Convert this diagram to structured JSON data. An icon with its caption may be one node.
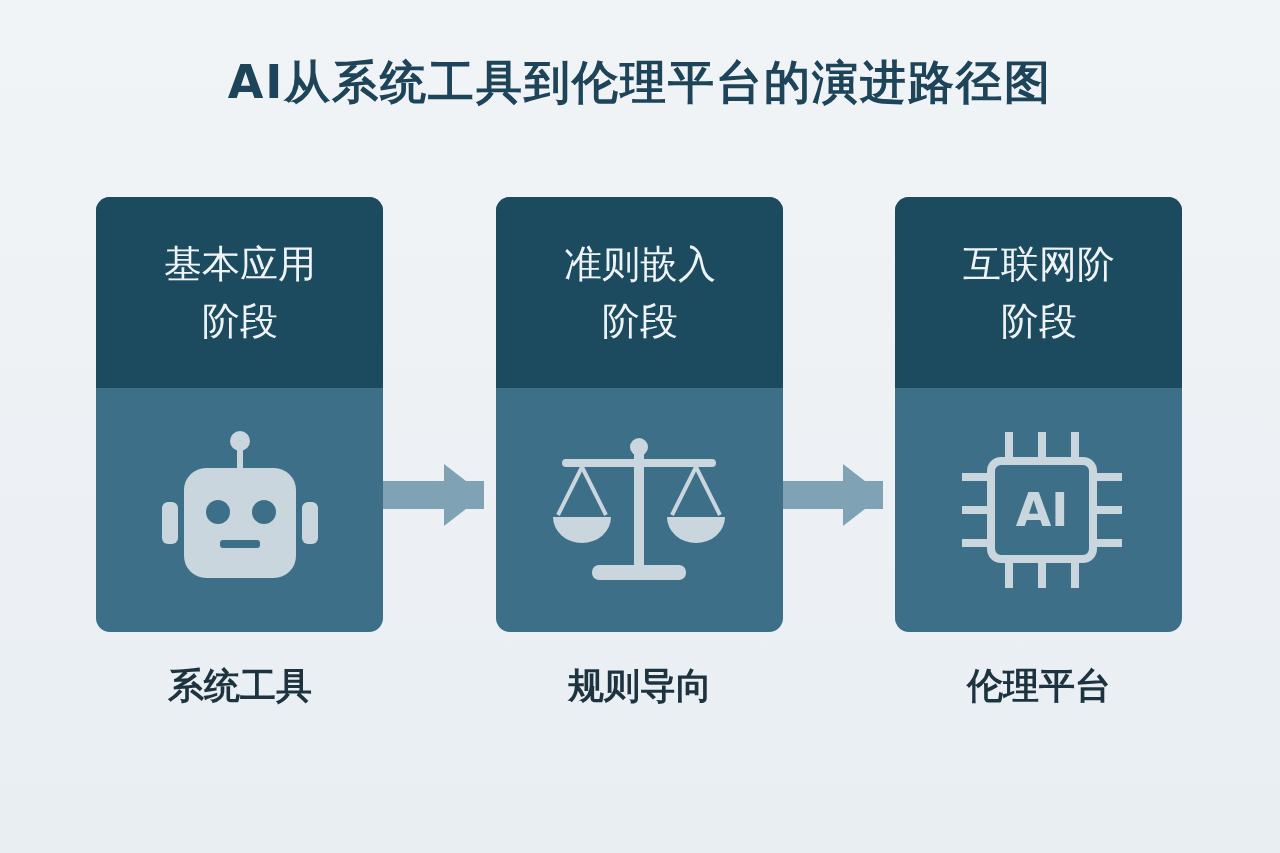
{
  "diagram": {
    "title": "AI从系统工具到伦理平台的演进路径图",
    "nodes": [
      {
        "text": [
          "基本应用阶段"
        ],
        "beside": [
          "系统工具"
        ]
      },
      {
        "text": [
          "准则嵌入阶段"
        ],
        "beside": [
          "规则导向"
        ]
      },
      {
        "text": [
          "互联网阶阶段",
          "AI"
        ],
        "beside": [
          "伦理平台"
        ]
      }
    ],
    "edges": [
      {
        "from": 0,
        "to": 1,
        "arrow": "to"
      },
      {
        "from": 1,
        "to": 2,
        "arrow": "to"
      }
    ]
  }
}
